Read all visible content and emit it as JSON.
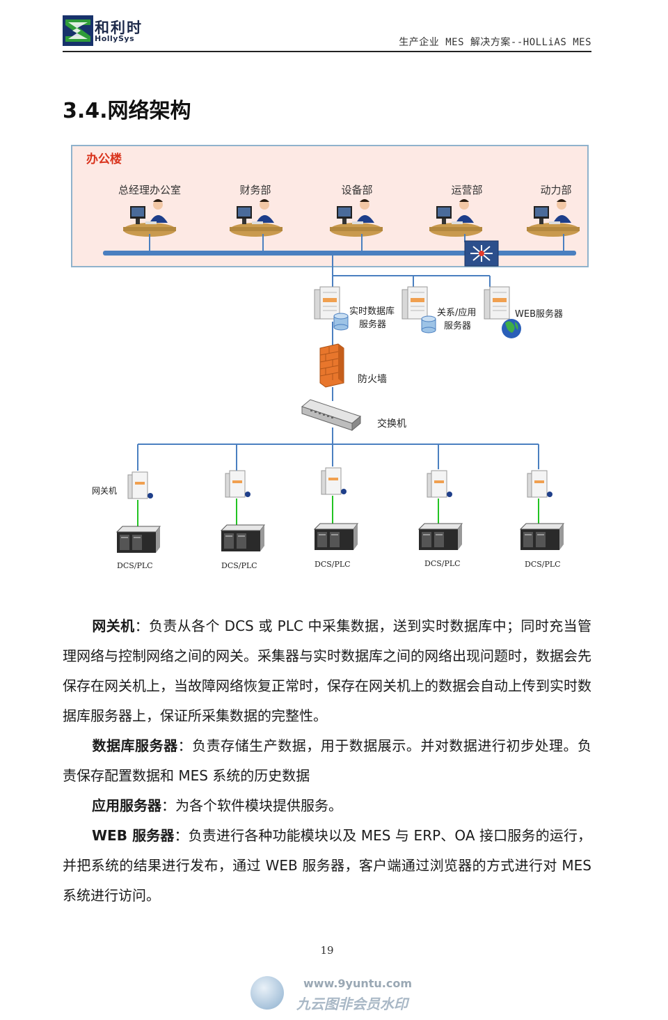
{
  "header": {
    "logo_cn": "和利时",
    "logo_en": "HollySys",
    "title": "生产企业 MES 解决方案--HOLLiAS MES"
  },
  "section_title": "3.4.网络架构",
  "diagram": {
    "office_label": "办公楼",
    "departments": [
      "总经理办公室",
      "财务部",
      "设备部",
      "运营部",
      "动力部"
    ],
    "servers": [
      {
        "line1": "实时数据库",
        "line2": "服务器"
      },
      {
        "line1": "关系/应用",
        "line2": "服务器"
      },
      {
        "line1": "WEB服务器",
        "line2": ""
      }
    ],
    "firewall_label": "防火墙",
    "switch_label": "交换机",
    "gateway_label": "网关机",
    "dcs_labels": [
      "DCS/PLC",
      "DCS/PLC",
      "DCS/PLC",
      "DCS/PLC",
      "DCS/PLC"
    ],
    "colors": {
      "office_bg": "#fde9e4",
      "office_border": "#8fb2cc",
      "office_label": "#d9331c",
      "bus": "#4a7fc0",
      "link": "#22c322",
      "firewall": "#e8762c"
    }
  },
  "paragraphs": {
    "p1_bold": "网关机",
    "p1_text": "：负责从各个 DCS 或 PLC 中采集数据，送到实时数据库中；同时充当管理网络与控制网络之间的网关。采集器与实时数据库之间的网络出现问题时，数据会先保存在网关机上，当故障网络恢复正常时，保存在网关机上的数据会自动上传到实时数据库服务器上，保证所采集数据的完整性。",
    "p2_bold": "数据库服务器",
    "p2_text": "：负责存储生产数据，用于数据展示。并对数据进行初步处理。负责保存配置数据和 MES 系统的历史数据",
    "p3_bold": "应用服务器",
    "p3_text": "：为各个软件模块提供服务。",
    "p4_bold": "WEB 服务器",
    "p4_text": "：负责进行各种功能模块以及 MES 与 ERP、OA 接口服务的运行，并把系统的结果进行发布，通过 WEB 服务器，客户端通过浏览器的方式进行对 MES 系统进行访问。"
  },
  "page_number": "19",
  "watermark": {
    "url": "www.9yuntu.com",
    "text": "九云图非会员水印"
  }
}
